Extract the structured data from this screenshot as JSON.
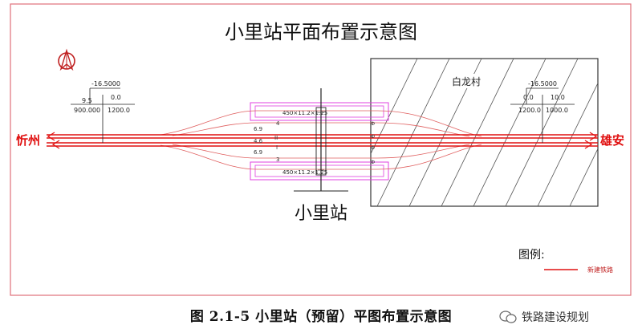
{
  "title": "小里站平面布置示意图",
  "station": {
    "name": "小里站"
  },
  "ends": {
    "left": "忻州",
    "right": "雄安"
  },
  "village": "白龙村",
  "platforms": {
    "top": "450×11.2×1.25",
    "bottom": "450×11.2×1.25"
  },
  "tracks": {
    "numbers": [
      "4",
      "II",
      "I",
      "3"
    ],
    "spacings": [
      "6.9",
      "4.6",
      "6.9"
    ]
  },
  "gradient_left": {
    "elevation": "-16.5000",
    "g1": "9.5",
    "l1": "900.000",
    "g2": "0.0",
    "l2": "1200.0"
  },
  "gradient_right": {
    "elevation": "-16.5000",
    "g1": "0.0",
    "l1": "1200.0",
    "g2": "10.0",
    "l2": "1000.0"
  },
  "legend": {
    "title": "图例:",
    "new_railway": "新建铁路"
  },
  "caption": "图 2.1-5    小里站（预留）平图布置示意图",
  "watermark": "铁路建设规划",
  "colors": {
    "border": "#e0707a",
    "track": "#e01010",
    "platform": "#e040e0",
    "building": "#333333"
  }
}
